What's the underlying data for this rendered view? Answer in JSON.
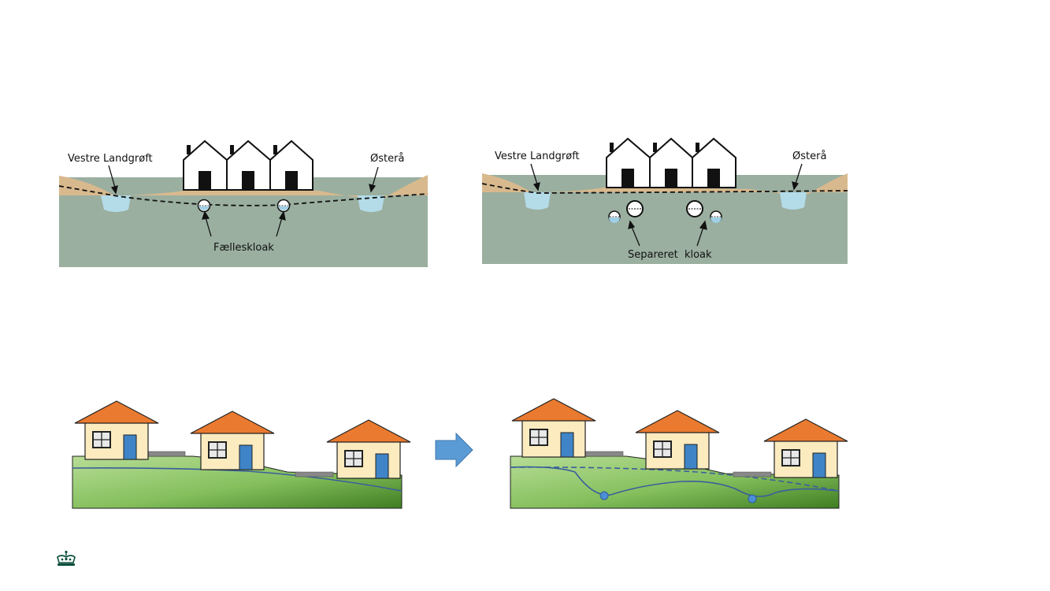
{
  "top_left": {
    "left_label": "Vestre Landgrøft",
    "right_label": "Østerå",
    "pipe_label": "Fælleskloak"
  },
  "top_right": {
    "left_label": "Vestre Landgrøft",
    "right_label": "Østerå",
    "pipe_label": "Separeret  kloak"
  },
  "colors": {
    "soil": "#d8b98d",
    "groundwater": "#9aafa0",
    "water": "#b4dbe8",
    "roof": "#ea7a2f",
    "wall": "#fcebbf",
    "door": "#3f84c6",
    "grass_light": "#a8d48a",
    "grass_dark": "#4a8a2a",
    "water_line": "#3b5f9c",
    "arrow": "#5b9bd5",
    "logo": "#0b4f3c"
  },
  "icons": {
    "arrow": "right-arrow-icon",
    "logo": "crown-icon"
  }
}
